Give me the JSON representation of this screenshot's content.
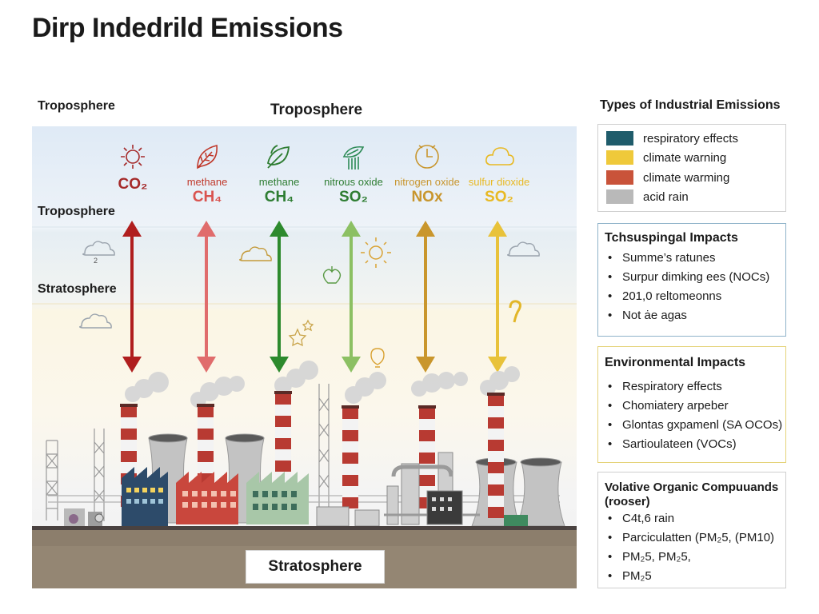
{
  "title": "Dirp Indedrild Emissions",
  "layer_labels": {
    "top_left": "Troposphere",
    "top_center": "Troposphere",
    "middle_upper": "Troposphere",
    "middle_lower": "Stratosphere",
    "bottom": "Stratosphere"
  },
  "gases": [
    {
      "name": "",
      "formula": "CO₂",
      "color": "#a52a2a",
      "icon": "sun-icon"
    },
    {
      "name": "methane",
      "formula": "CH₄",
      "color": "#d9534f",
      "icon": "leaf-icon"
    },
    {
      "name": "methane",
      "formula": "CH₄",
      "color": "#2e7d32",
      "icon": "leaf-icon"
    },
    {
      "name": "nitrous oxide",
      "formula": "SO₂",
      "color": "#2e7d32",
      "icon": "plant-icon"
    },
    {
      "name": "nitrogen oxide",
      "formula": "NOx",
      "color": "#c8962e",
      "icon": "clock-icon"
    },
    {
      "name": "sulfur dioxide",
      "formula": "SO₂",
      "color": "#e8b923",
      "icon": "cloud-icon"
    }
  ],
  "arrow_colors": [
    "#b01e1e",
    "#e06c6c",
    "#2d8a2d",
    "#8cc063",
    "#c9962c",
    "#e8c23a"
  ],
  "sky_annotation": "2",
  "types_panel": {
    "title": "Types of Industrial Emissions",
    "items": [
      {
        "label": "respiratory effects",
        "color": "#1f5c6b"
      },
      {
        "label": "climate warning",
        "color": "#efc93a"
      },
      {
        "label": "climate warming",
        "color": "#c9533a"
      },
      {
        "label": "acid rain",
        "color": "#b9b9b9"
      }
    ]
  },
  "tech_panel": {
    "title": "Tchsuspingal Impacts",
    "items": [
      "Summe’s ratunes",
      "Surpur dimking ees (NOCs)",
      "201,0 reltomeonns",
      "Not ȧe agas"
    ]
  },
  "env_panel": {
    "title": "Environmental Impacts",
    "items": [
      "Respiratory effects",
      "Chomiatery arpeber",
      "Glontas gxpamenl (SA OCOs)",
      "Sartioulateen (VOCs)"
    ]
  },
  "voc_panel": {
    "title": "Volative Organic Compuuands (rooser)",
    "items": [
      "C4t,6 rain",
      "Parciculatten (PM₂5, (PM10)",
      "PM₂5, PM₂5,",
      "PM₂5"
    ]
  }
}
